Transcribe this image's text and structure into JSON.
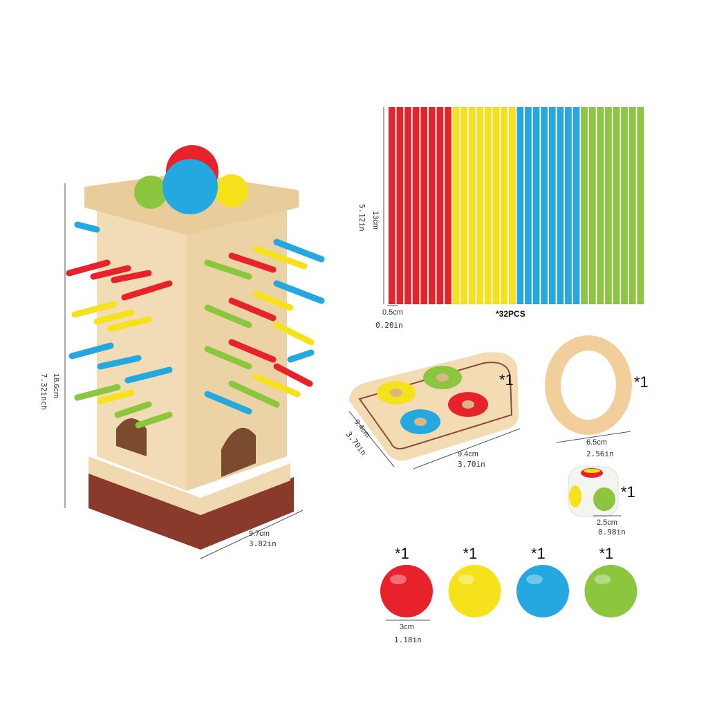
{
  "colors": {
    "red": "#e8222a",
    "yellow": "#f5e21a",
    "blue": "#25a8e0",
    "green": "#8cc63e",
    "wood": "#f0d9b0",
    "wood_dark": "#d9b884",
    "base": "#8a3a2a"
  },
  "tower": {
    "height_cm": "18.6cm",
    "height_in": "7.32inch",
    "width_cm": "9.7cm",
    "width_in": "3.82in"
  },
  "sticks": {
    "length_cm": "13cm",
    "length_in": "5.12in",
    "diameter_cm": "0.5cm",
    "diameter_in": "0.20in",
    "quantity": "*32PCS",
    "count_per_color": 8,
    "color_order": [
      "red",
      "yellow",
      "blue",
      "green"
    ]
  },
  "board": {
    "quantity": "*1",
    "depth_cm": "9.4cm",
    "depth_in": "3.70in",
    "width_cm": "9.4cm",
    "width_in": "3.70in"
  },
  "ring": {
    "quantity": "*1",
    "diameter_cm": "6.5cm",
    "diameter_in": "2.56in"
  },
  "dice": {
    "quantity": "*1",
    "size_cm": "2.5cm",
    "size_in": "0.98in"
  },
  "balls": {
    "items": [
      {
        "color": "red",
        "quantity": "*1"
      },
      {
        "color": "yellow",
        "quantity": "*1"
      },
      {
        "color": "blue",
        "quantity": "*1"
      },
      {
        "color": "green",
        "quantity": "*1"
      }
    ],
    "diameter_cm": "3cm",
    "diameter_in": "1.18in"
  }
}
